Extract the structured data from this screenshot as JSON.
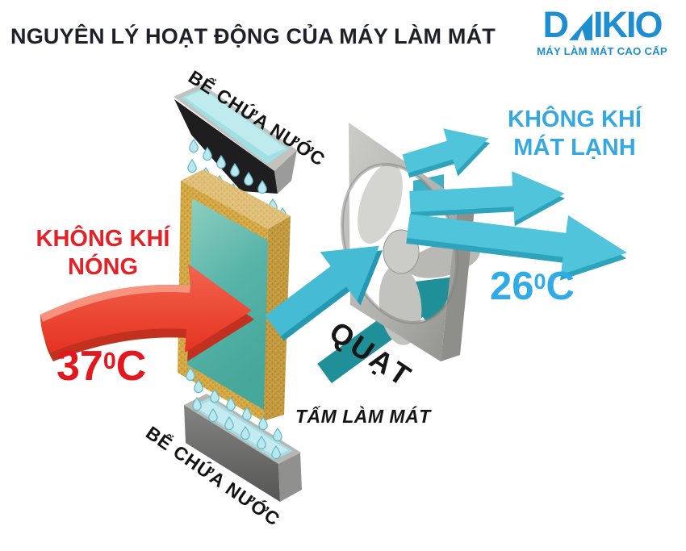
{
  "header": {
    "title": "NGUYÊN LÝ HOẠT ĐỘNG CỦA MÁY LÀM MÁT",
    "logo": {
      "full_name": "DAIKIO",
      "name_prefix": "D",
      "name_suffix": "IKIO",
      "tagline": "MÁY LÀM MÁT CAO CẤP"
    }
  },
  "diagram": {
    "hot_air": {
      "line1": "KHÔNG KHÍ",
      "line2": "NÓNG",
      "temp_value": "37",
      "temp_degree": "0",
      "temp_unit": "C"
    },
    "cold_air": {
      "line1": "KHÔNG KHÍ",
      "line2": "MÁT LẠNH",
      "temp_value": "26",
      "temp_degree": "0",
      "temp_unit": "C"
    },
    "top_tank_label": "BỂ CHỨA NƯỚC",
    "bottom_tank_label": "BỂ CHỨA NƯỚC",
    "fan_label": "QUẠT",
    "cooling_pad_label": "TẤM LÀM MÁT"
  },
  "colors": {
    "hot_red": "#e32126",
    "cold_blue": "#36a8e1",
    "arrow_cyan": "#4fc4da",
    "brand_blue": "#1d8ecf",
    "title_dark": "#20202a",
    "pad_gold": "#d4a845",
    "pad_wet_teal": "#58b4a9",
    "water_light": "#a7dce3",
    "metal_gray": "#b2b2ae"
  }
}
